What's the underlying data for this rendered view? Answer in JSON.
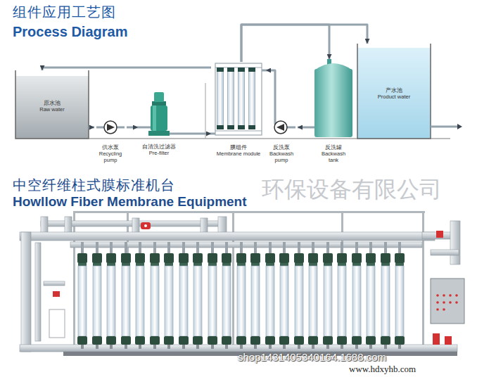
{
  "diagram": {
    "title": "组件应用工艺图",
    "nodes": [
      {
        "text": [
          "原水池",
          "Raw water"
        ]
      },
      {
        "text": [
          "供水泵",
          "Recycling pump"
        ]
      },
      {
        "text": [
          "自清洗过滤器",
          "Pre-filter"
        ]
      },
      {
        "text": [
          "膜组件",
          "Membrane module"
        ]
      },
      {
        "text": [
          "反洗泵",
          "Backwash pump"
        ]
      },
      {
        "text": [
          "反洗罐",
          "Backwash tank"
        ]
      },
      {
        "text": [
          "产水池",
          "Product water"
        ]
      }
    ],
    "edges": [
      {
        "from": 0,
        "to": 1,
        "arrow": "to"
      },
      {
        "from": 1,
        "to": 2,
        "arrow": "to"
      },
      {
        "from": 2,
        "to": 3,
        "arrow": "to"
      },
      {
        "from": 3,
        "to": 0,
        "arrow": "to"
      },
      {
        "from": 3,
        "to": 6,
        "arrow": "to"
      },
      {
        "from": 3,
        "to": 5,
        "arrow": "to"
      },
      {
        "from": 5,
        "to": 4,
        "arrow": "to"
      },
      {
        "from": 4,
        "to": 3,
        "arrow": "to"
      }
    ],
    "labels": [
      "Process Diagram",
      "中空纤维柱式膜标准机台",
      "Howllow Fiber Membrane Equipment",
      "环保设备有限公司",
      "shop1431405340164.1688.com",
      "www.hdxyhb.com"
    ]
  }
}
